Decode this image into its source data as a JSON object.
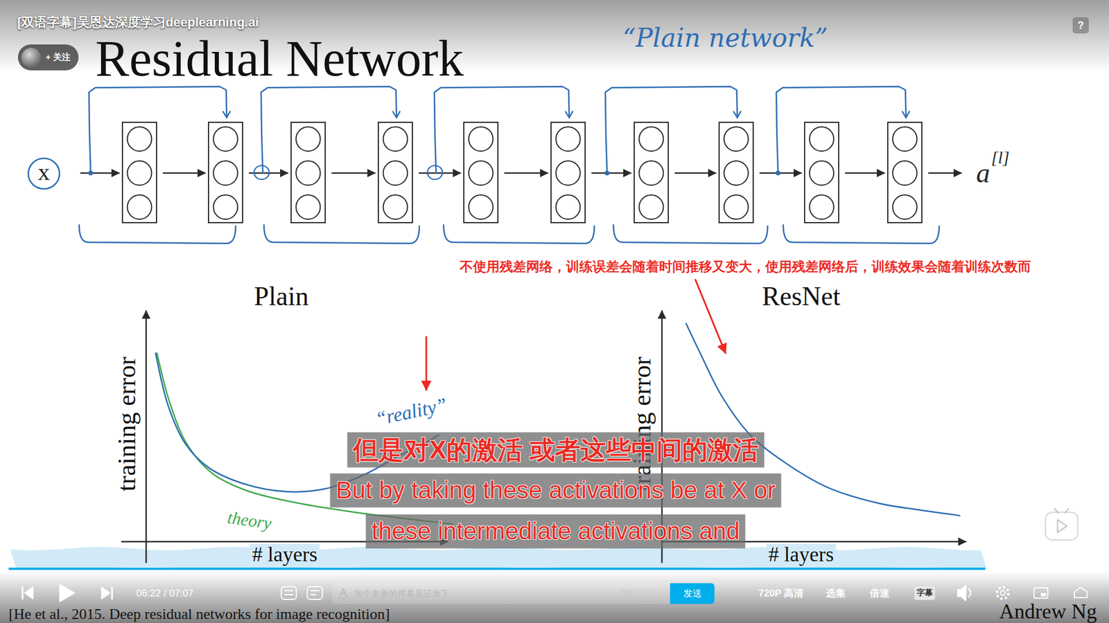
{
  "diagram": {
    "title": "Residual Network",
    "caption": "[He et al., 2015. Deep residual networks for image recognition]",
    "nodes": [
      {
        "text": [
          "+ 关注"
        ]
      },
      {
        "text": [
          "?"
        ]
      },
      {
        "text": [
          "x"
        ]
      },
      {
        "text": [
          "但是对X的激活 或者这些中间的激活"
        ]
      },
      {
        "text": [
          "But by taking these activations be at X or"
        ]
      },
      {
        "text": [
          "these intermediate activations and"
        ]
      },
      {
        "text": [
          "发个友善的弹幕见证当下",
          "弹幕礼仪 >"
        ]
      },
      {
        "text": [
          "发送"
        ]
      },
      {
        "text": [
          "字幕"
        ]
      }
    ],
    "labels": [
      "[双语字幕]吴恩达深度学习deeplearning.ai",
      "“Plain network”",
      "a",
      "[l]",
      "Plain",
      "training error",
      "# layers",
      "“reality”",
      "theory",
      "ResNet",
      "training error",
      "# layers",
      "不使用残差网络，训练误差会随着时间推移又变大，使用残差网络后，训练效果会随着训练次数而",
      "06:22 / 07:07",
      "720P 高清",
      "选集",
      "倍速",
      "Andrew Ng"
    ]
  }
}
